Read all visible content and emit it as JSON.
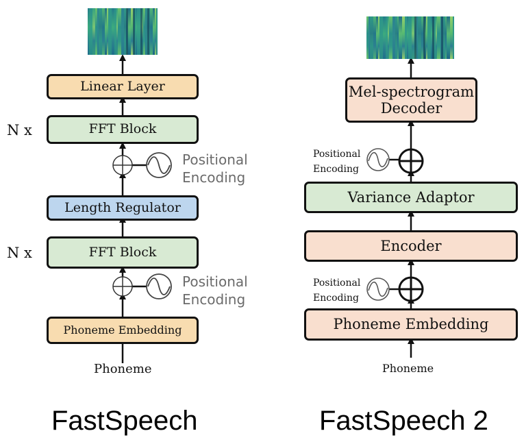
{
  "left": {
    "caption": "FastSpeech",
    "blocks": {
      "linear": "Linear Layer",
      "fft_top": "FFT Block",
      "length_reg": "Length Regulator",
      "fft_bottom": "FFT Block",
      "phoneme_emb": "Phoneme Embedding"
    },
    "nx_top": "N x",
    "nx_bottom": "N x",
    "pos_enc_top": [
      "Positional",
      "Encoding"
    ],
    "pos_enc_bottom": [
      "Positional",
      "Encoding"
    ],
    "input_label": "Phoneme"
  },
  "right": {
    "caption": "FastSpeech 2",
    "blocks": {
      "decoder": [
        "Mel-spectrogram",
        "Decoder"
      ],
      "variance": "Variance Adaptor",
      "encoder": "Encoder",
      "phoneme_emb": "Phoneme Embedding"
    },
    "pos_enc_top": [
      "Positional",
      "Encoding"
    ],
    "pos_enc_bottom": [
      "Positional",
      "Encoding"
    ],
    "input_label": "Phoneme"
  },
  "colors": {
    "orange": "#f8dcb0",
    "green": "#d8ead3",
    "blue": "#bdd6ee",
    "peach": "#f9dfcf",
    "spectrogram": "#2e9c86"
  }
}
